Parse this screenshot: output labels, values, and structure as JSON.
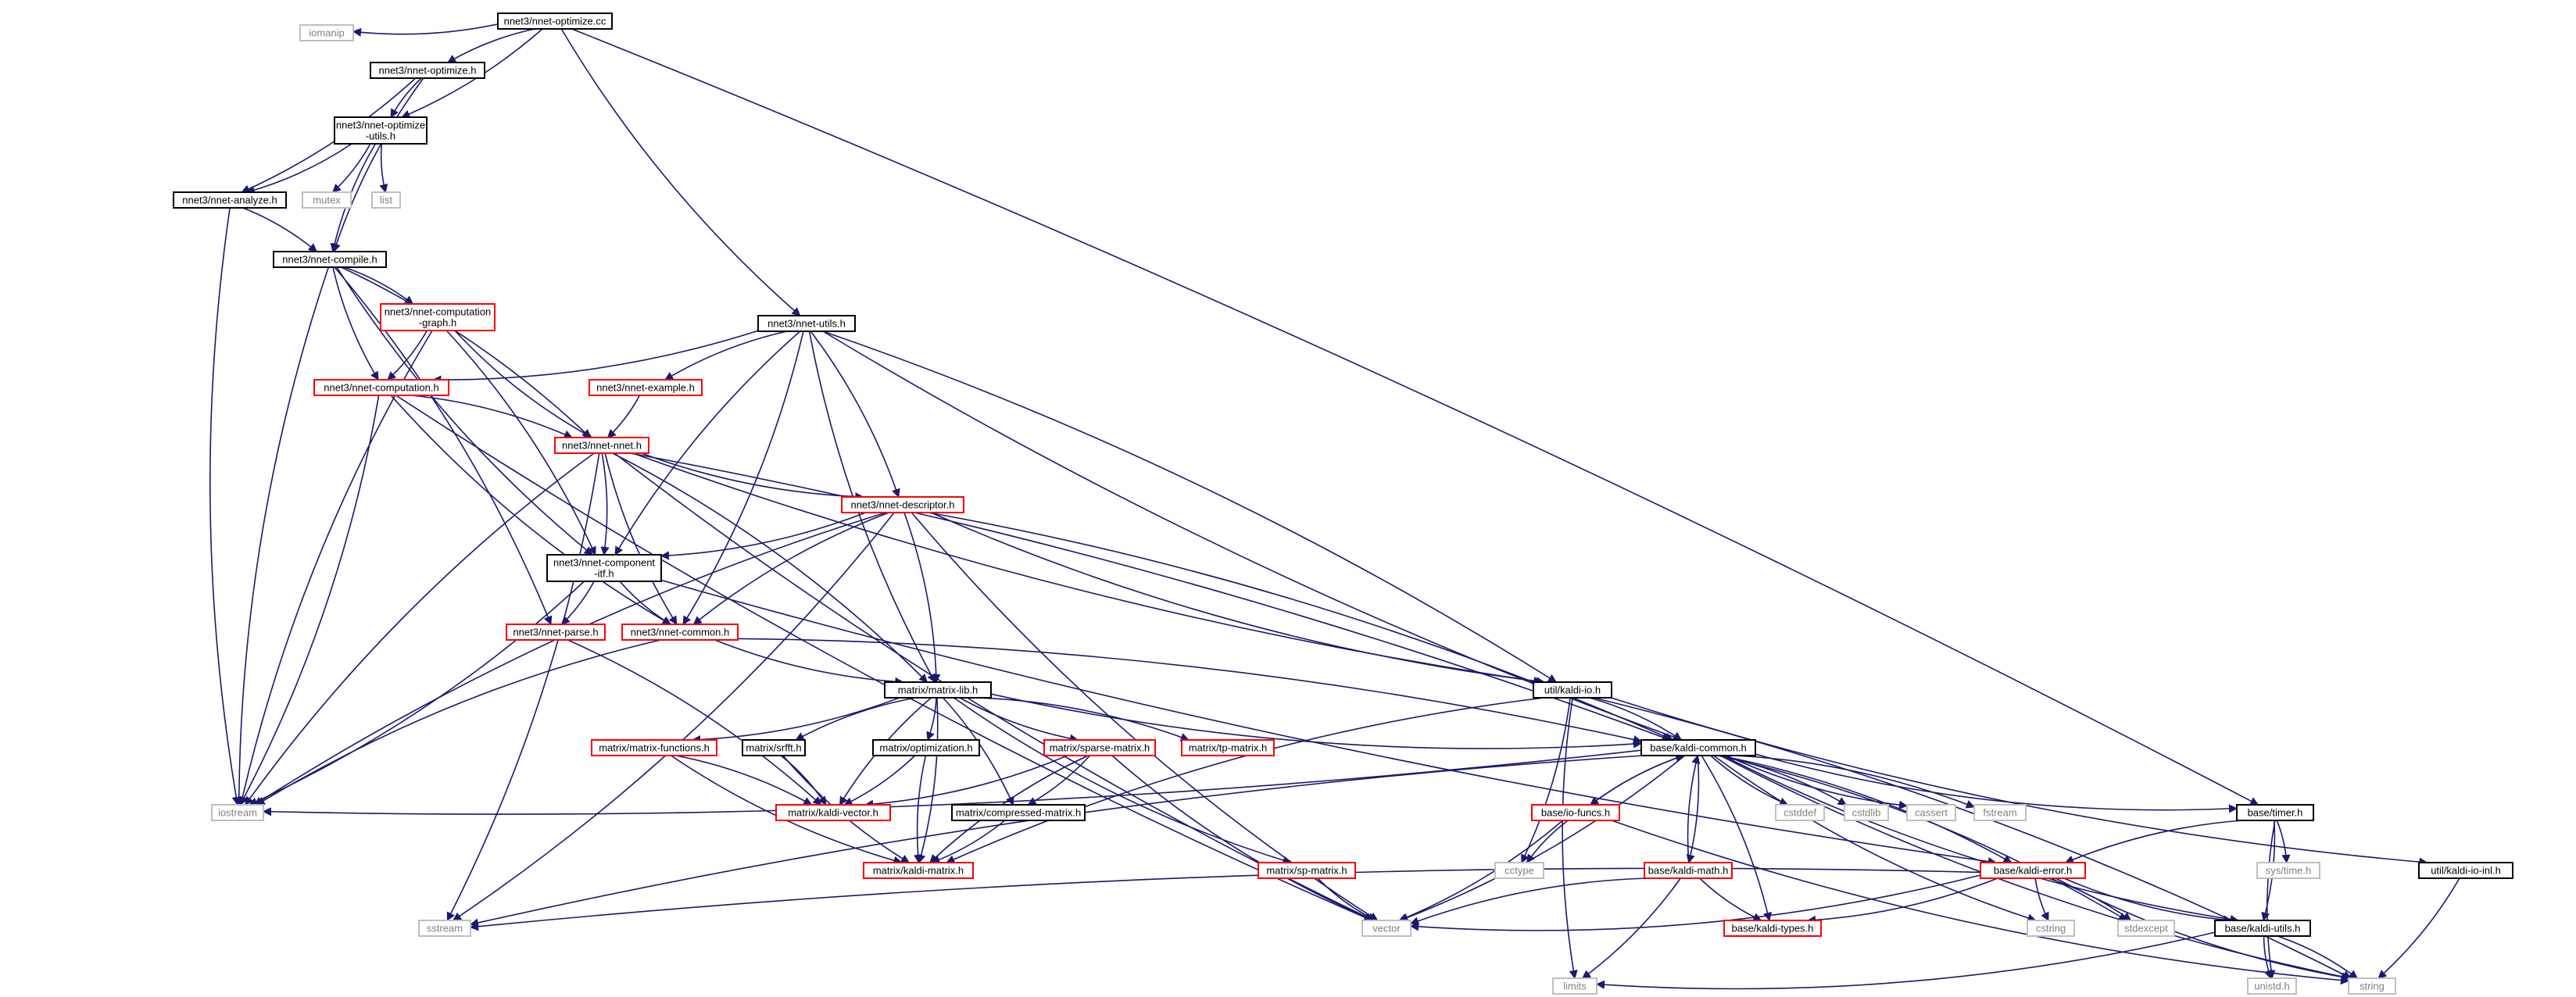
{
  "diagram": {
    "title": "nnet3/nnet-optimize.cc",
    "colors": {
      "edge": "#191970",
      "node_text": "#000000",
      "root_fill": "#bfbfbf",
      "root_border": "#000000",
      "normal_border": "#000000",
      "expandable_border": "#ff0000",
      "system_border": "#bfbfbf",
      "system_text": "#7f7f7f"
    },
    "nodes": [
      {
        "id": "root",
        "lines": [
          "nnet3/nnet-optimize.cc"
        ],
        "kind": "root"
      },
      {
        "id": "iomanip",
        "lines": [
          "iomanip"
        ],
        "kind": "system"
      },
      {
        "id": "optimize_h",
        "lines": [
          "nnet3/nnet-optimize.h"
        ],
        "kind": "normal"
      },
      {
        "id": "optimize_utils",
        "lines": [
          "nnet3/nnet-optimize",
          "-utils.h"
        ],
        "kind": "normal"
      },
      {
        "id": "mutex",
        "lines": [
          "mutex"
        ],
        "kind": "system"
      },
      {
        "id": "list",
        "lines": [
          "list"
        ],
        "kind": "system"
      },
      {
        "id": "analyze",
        "lines": [
          "nnet3/nnet-analyze.h"
        ],
        "kind": "normal"
      },
      {
        "id": "compile",
        "lines": [
          "nnet3/nnet-compile.h"
        ],
        "kind": "normal"
      },
      {
        "id": "comp_graph",
        "lines": [
          "nnet3/nnet-computation",
          "-graph.h"
        ],
        "kind": "expandable"
      },
      {
        "id": "computation",
        "lines": [
          "nnet3/nnet-computation.h"
        ],
        "kind": "expandable"
      },
      {
        "id": "nnet_utils",
        "lines": [
          "nnet3/nnet-utils.h"
        ],
        "kind": "normal"
      },
      {
        "id": "example",
        "lines": [
          "nnet3/nnet-example.h"
        ],
        "kind": "expandable"
      },
      {
        "id": "nnet",
        "lines": [
          "nnet3/nnet-nnet.h"
        ],
        "kind": "expandable"
      },
      {
        "id": "descriptor",
        "lines": [
          "nnet3/nnet-descriptor.h"
        ],
        "kind": "expandable"
      },
      {
        "id": "component_itf",
        "lines": [
          "nnet3/nnet-component",
          "-itf.h"
        ],
        "kind": "normal"
      },
      {
        "id": "parse",
        "lines": [
          "nnet3/nnet-parse.h"
        ],
        "kind": "expandable"
      },
      {
        "id": "common",
        "lines": [
          "nnet3/nnet-common.h"
        ],
        "kind": "expandable"
      },
      {
        "id": "matrix_lib",
        "lines": [
          "matrix/matrix-lib.h"
        ],
        "kind": "normal"
      },
      {
        "id": "kaldi_io",
        "lines": [
          "util/kaldi-io.h"
        ],
        "kind": "normal"
      },
      {
        "id": "matrix_functions",
        "lines": [
          "matrix/matrix-functions.h"
        ],
        "kind": "expandable"
      },
      {
        "id": "srfft",
        "lines": [
          "matrix/srfft.h"
        ],
        "kind": "normal"
      },
      {
        "id": "optimization",
        "lines": [
          "matrix/optimization.h"
        ],
        "kind": "normal"
      },
      {
        "id": "sparse_matrix",
        "lines": [
          "matrix/sparse-matrix.h"
        ],
        "kind": "expandable"
      },
      {
        "id": "tp_matrix",
        "lines": [
          "matrix/tp-matrix.h"
        ],
        "kind": "expandable"
      },
      {
        "id": "kaldi_common",
        "lines": [
          "base/kaldi-common.h"
        ],
        "kind": "normal"
      },
      {
        "id": "iostream",
        "lines": [
          "iostream"
        ],
        "kind": "system"
      },
      {
        "id": "kaldi_vector",
        "lines": [
          "matrix/kaldi-vector.h"
        ],
        "kind": "expandable"
      },
      {
        "id": "compressed_matrix",
        "lines": [
          "matrix/compressed-matrix.h"
        ],
        "kind": "normal"
      },
      {
        "id": "kaldi_matrix",
        "lines": [
          "matrix/kaldi-matrix.h"
        ],
        "kind": "expandable"
      },
      {
        "id": "sp_matrix",
        "lines": [
          "matrix/sp-matrix.h"
        ],
        "kind": "expandable"
      },
      {
        "id": "io_funcs",
        "lines": [
          "base/io-funcs.h"
        ],
        "kind": "expandable"
      },
      {
        "id": "cctype",
        "lines": [
          "cctype"
        ],
        "kind": "system"
      },
      {
        "id": "kaldi_math",
        "lines": [
          "base/kaldi-math.h"
        ],
        "kind": "expandable"
      },
      {
        "id": "cstddef",
        "lines": [
          "cstddef"
        ],
        "kind": "system"
      },
      {
        "id": "cstdlib",
        "lines": [
          "cstdlib"
        ],
        "kind": "system"
      },
      {
        "id": "cassert",
        "lines": [
          "cassert"
        ],
        "kind": "system"
      },
      {
        "id": "fstream",
        "lines": [
          "fstream"
        ],
        "kind": "system"
      },
      {
        "id": "timer",
        "lines": [
          "base/timer.h"
        ],
        "kind": "normal"
      },
      {
        "id": "sys_time",
        "lines": [
          "sys/time.h"
        ],
        "kind": "system"
      },
      {
        "id": "kaldi_io_inl",
        "lines": [
          "util/kaldi-io-inl.h"
        ],
        "kind": "normal"
      },
      {
        "id": "kaldi_error",
        "lines": [
          "base/kaldi-error.h"
        ],
        "kind": "expandable"
      },
      {
        "id": "cstring",
        "lines": [
          "cstring"
        ],
        "kind": "system"
      },
      {
        "id": "stdexcept",
        "lines": [
          "stdexcept"
        ],
        "kind": "system"
      },
      {
        "id": "kaldi_utils",
        "lines": [
          "base/kaldi-utils.h"
        ],
        "kind": "normal"
      },
      {
        "id": "sstream",
        "lines": [
          "sstream"
        ],
        "kind": "system"
      },
      {
        "id": "vector",
        "lines": [
          "vector"
        ],
        "kind": "system"
      },
      {
        "id": "kaldi_types",
        "lines": [
          "base/kaldi-types.h"
        ],
        "kind": "expandable"
      },
      {
        "id": "limits",
        "lines": [
          "limits"
        ],
        "kind": "system"
      },
      {
        "id": "unistd",
        "lines": [
          "unistd.h"
        ],
        "kind": "system"
      },
      {
        "id": "string",
        "lines": [
          "string"
        ],
        "kind": "system"
      }
    ],
    "edges": [
      [
        "root",
        "iomanip"
      ],
      [
        "root",
        "optimize_h"
      ],
      [
        "root",
        "optimize_utils"
      ],
      [
        "root",
        "nnet_utils"
      ],
      [
        "root",
        "timer"
      ],
      [
        "optimize_h",
        "optimize_utils"
      ],
      [
        "optimize_h",
        "analyze"
      ],
      [
        "optimize_h",
        "compile"
      ],
      [
        "optimize_utils",
        "analyze"
      ],
      [
        "optimize_utils",
        "compile"
      ],
      [
        "optimize_utils",
        "mutex"
      ],
      [
        "optimize_utils",
        "list"
      ],
      [
        "analyze",
        "compile"
      ],
      [
        "analyze",
        "iostream"
      ],
      [
        "compile",
        "comp_graph"
      ],
      [
        "compile",
        "computation"
      ],
      [
        "compile",
        "nnet"
      ],
      [
        "compile",
        "component_itf"
      ],
      [
        "compile",
        "parse"
      ],
      [
        "compile",
        "iostream"
      ],
      [
        "comp_graph",
        "computation"
      ],
      [
        "comp_graph",
        "nnet"
      ],
      [
        "comp_graph",
        "component_itf"
      ],
      [
        "comp_graph",
        "iostream"
      ],
      [
        "computation",
        "nnet"
      ],
      [
        "computation",
        "common"
      ],
      [
        "computation",
        "iostream"
      ],
      [
        "computation",
        "vector"
      ],
      [
        "nnet_utils",
        "computation"
      ],
      [
        "nnet_utils",
        "example"
      ],
      [
        "nnet_utils",
        "descriptor"
      ],
      [
        "nnet_utils",
        "component_itf"
      ],
      [
        "nnet_utils",
        "common"
      ],
      [
        "nnet_utils",
        "matrix_lib"
      ],
      [
        "nnet_utils",
        "kaldi_io"
      ],
      [
        "nnet_utils",
        "kaldi_common"
      ],
      [
        "example",
        "nnet"
      ],
      [
        "nnet",
        "descriptor"
      ],
      [
        "nnet",
        "component_itf"
      ],
      [
        "nnet",
        "common"
      ],
      [
        "nnet",
        "matrix_lib"
      ],
      [
        "nnet",
        "kaldi_io"
      ],
      [
        "nnet",
        "kaldi_common"
      ],
      [
        "nnet",
        "iostream"
      ],
      [
        "nnet",
        "sstream"
      ],
      [
        "nnet",
        "vector"
      ],
      [
        "descriptor",
        "component_itf"
      ],
      [
        "descriptor",
        "common"
      ],
      [
        "descriptor",
        "matrix_lib"
      ],
      [
        "descriptor",
        "kaldi_io"
      ],
      [
        "descriptor",
        "kaldi_common"
      ],
      [
        "descriptor",
        "iostream"
      ],
      [
        "descriptor",
        "sstream"
      ],
      [
        "descriptor",
        "vector"
      ],
      [
        "component_itf",
        "parse"
      ],
      [
        "component_itf",
        "common"
      ],
      [
        "component_itf",
        "iostream"
      ],
      [
        "component_itf",
        "kaldi_error"
      ],
      [
        "parse",
        "kaldi_vector"
      ],
      [
        "common",
        "matrix_lib"
      ],
      [
        "common",
        "kaldi_common"
      ],
      [
        "common",
        "iostream"
      ],
      [
        "matrix_lib",
        "matrix_functions"
      ],
      [
        "matrix_lib",
        "srfft"
      ],
      [
        "matrix_lib",
        "optimization"
      ],
      [
        "matrix_lib",
        "sparse_matrix"
      ],
      [
        "matrix_lib",
        "tp_matrix"
      ],
      [
        "matrix_lib",
        "sp_matrix"
      ],
      [
        "matrix_lib",
        "compressed_matrix"
      ],
      [
        "matrix_lib",
        "kaldi_vector"
      ],
      [
        "matrix_lib",
        "kaldi_matrix"
      ],
      [
        "matrix_lib",
        "kaldi_common"
      ],
      [
        "kaldi_io",
        "kaldi_common"
      ],
      [
        "kaldi_io",
        "kaldi_io_inl"
      ],
      [
        "kaldi_io",
        "cctype"
      ],
      [
        "kaldi_io",
        "limits"
      ],
      [
        "kaldi_io",
        "string"
      ],
      [
        "kaldi_io",
        "kaldi_matrix"
      ],
      [
        "matrix_functions",
        "kaldi_vector"
      ],
      [
        "matrix_functions",
        "kaldi_matrix"
      ],
      [
        "srfft",
        "kaldi_vector"
      ],
      [
        "srfft",
        "kaldi_matrix"
      ],
      [
        "optimization",
        "kaldi_vector"
      ],
      [
        "optimization",
        "kaldi_matrix"
      ],
      [
        "sparse_matrix",
        "kaldi_vector"
      ],
      [
        "sparse_matrix",
        "kaldi_matrix"
      ],
      [
        "sparse_matrix",
        "compressed_matrix"
      ],
      [
        "sparse_matrix",
        "vector"
      ],
      [
        "compressed_matrix",
        "kaldi_matrix"
      ],
      [
        "sp_matrix",
        "vector"
      ],
      [
        "kaldi_common",
        "iostream"
      ],
      [
        "kaldi_common",
        "io_funcs"
      ],
      [
        "kaldi_common",
        "kaldi_math"
      ],
      [
        "kaldi_common",
        "cstddef"
      ],
      [
        "kaldi_common",
        "cstdlib"
      ],
      [
        "kaldi_common",
        "cassert"
      ],
      [
        "kaldi_common",
        "fstream"
      ],
      [
        "kaldi_common",
        "timer"
      ],
      [
        "kaldi_common",
        "kaldi_error"
      ],
      [
        "kaldi_common",
        "cstring"
      ],
      [
        "kaldi_common",
        "stdexcept"
      ],
      [
        "kaldi_common",
        "kaldi_utils"
      ],
      [
        "kaldi_common",
        "kaldi_types"
      ],
      [
        "kaldi_common",
        "sstream"
      ],
      [
        "kaldi_common",
        "vector"
      ],
      [
        "kaldi_common",
        "string"
      ],
      [
        "io_funcs",
        "kaldi_common"
      ],
      [
        "io_funcs",
        "cctype"
      ],
      [
        "io_funcs",
        "vector"
      ],
      [
        "io_funcs",
        "string"
      ],
      [
        "kaldi_math",
        "kaldi_common"
      ],
      [
        "kaldi_math",
        "kaldi_types"
      ],
      [
        "kaldi_math",
        "limits"
      ],
      [
        "kaldi_math",
        "vector"
      ],
      [
        "timer",
        "sys_time"
      ],
      [
        "timer",
        "kaldi_error"
      ],
      [
        "timer",
        "kaldi_utils"
      ],
      [
        "timer",
        "unistd"
      ],
      [
        "kaldi_io_inl",
        "string"
      ],
      [
        "kaldi_error",
        "cstring"
      ],
      [
        "kaldi_error",
        "stdexcept"
      ],
      [
        "kaldi_error",
        "kaldi_utils"
      ],
      [
        "kaldi_error",
        "kaldi_types"
      ],
      [
        "kaldi_error",
        "sstream"
      ],
      [
        "kaldi_error",
        "vector"
      ],
      [
        "kaldi_error",
        "string"
      ],
      [
        "kaldi_utils",
        "limits"
      ],
      [
        "kaldi_utils",
        "unistd"
      ],
      [
        "kaldi_utils",
        "string"
      ]
    ]
  }
}
